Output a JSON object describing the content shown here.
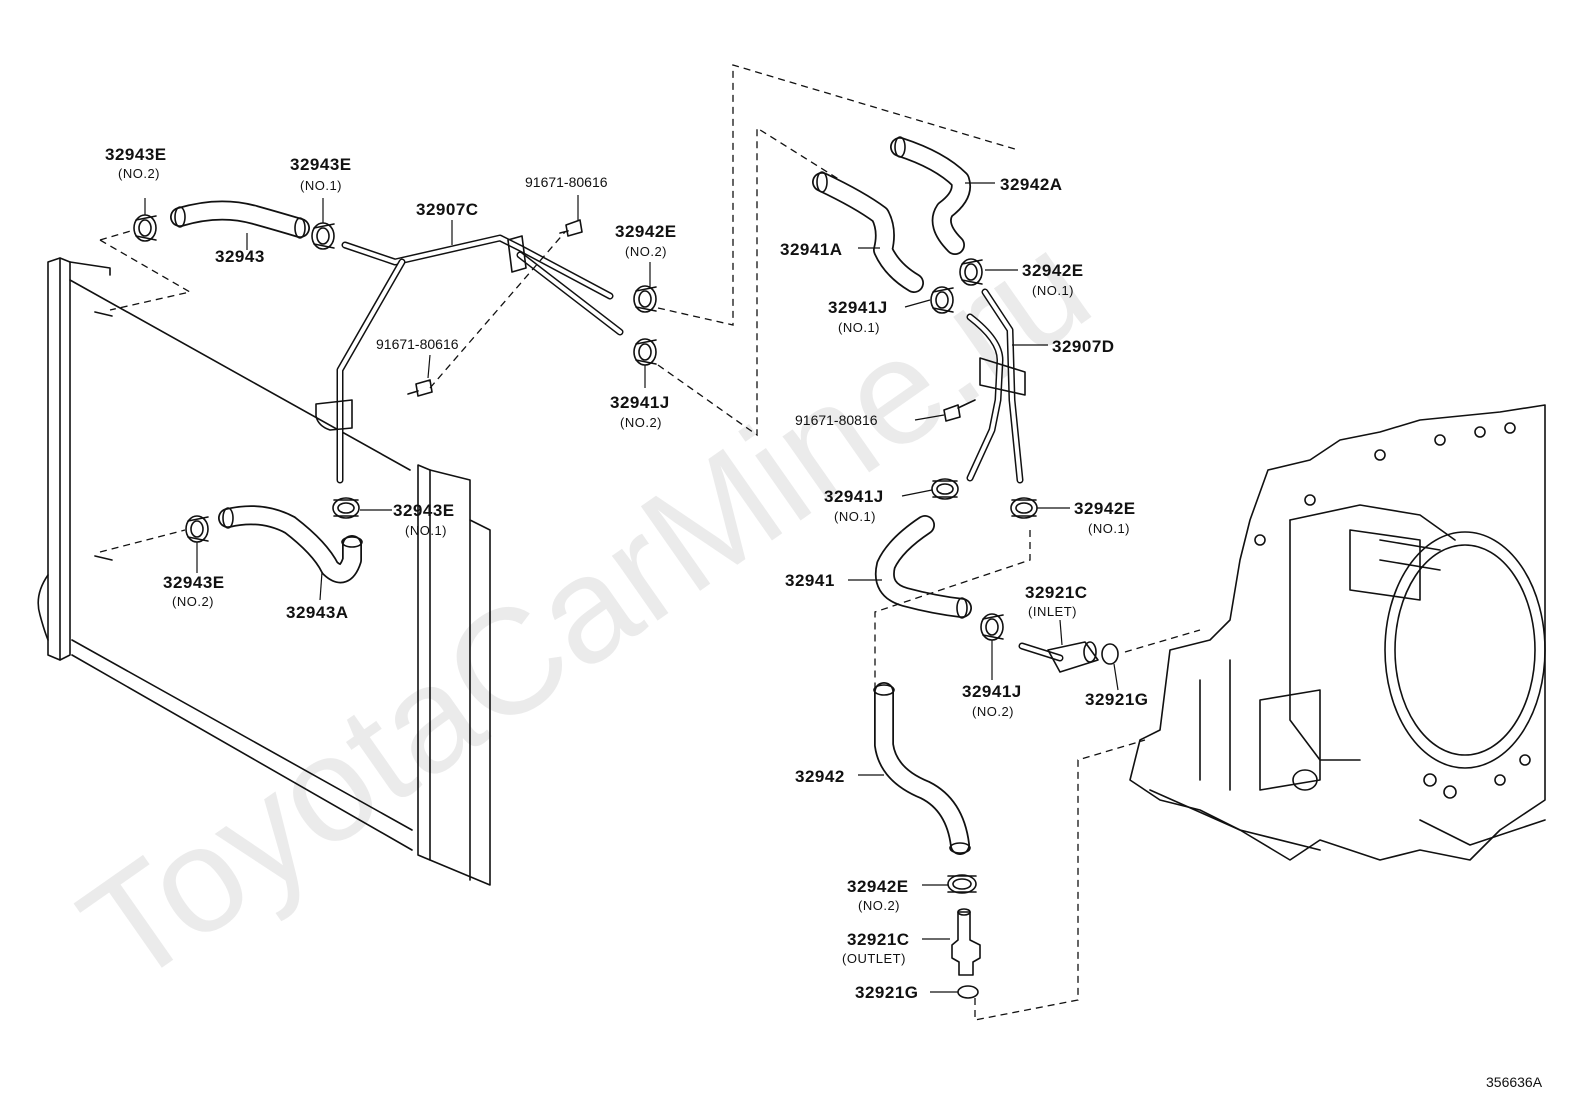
{
  "watermark": "ToyotaCarMine.ru",
  "figure_code": "356636A",
  "callouts": [
    {
      "part": "32943E",
      "note": "(NO.2)"
    },
    {
      "part": "32943E",
      "note": "(NO.1)"
    },
    {
      "part": "32943",
      "note": ""
    },
    {
      "part": "32907C",
      "note": ""
    },
    {
      "part": "91671-80616",
      "note": ""
    },
    {
      "part": "32942E",
      "note": "(NO.2)"
    },
    {
      "part": "91671-80616",
      "note": ""
    },
    {
      "part": "32941J",
      "note": "(NO.2)"
    },
    {
      "part": "32943E",
      "note": "(NO.1)"
    },
    {
      "part": "32943E",
      "note": "(NO.2)"
    },
    {
      "part": "32943A",
      "note": ""
    },
    {
      "part": "32942A",
      "note": ""
    },
    {
      "part": "32941A",
      "note": ""
    },
    {
      "part": "32942E",
      "note": "(NO.1)"
    },
    {
      "part": "32941J",
      "note": "(NO.1)"
    },
    {
      "part": "32907D",
      "note": ""
    },
    {
      "part": "91671-80816",
      "note": ""
    },
    {
      "part": "32941J",
      "note": "(NO.1)"
    },
    {
      "part": "32942E",
      "note": "(NO.1)"
    },
    {
      "part": "32941",
      "note": ""
    },
    {
      "part": "32921C",
      "note": "(INLET)"
    },
    {
      "part": "32941J",
      "note": "(NO.2)"
    },
    {
      "part": "32921G",
      "note": ""
    },
    {
      "part": "32942",
      "note": ""
    },
    {
      "part": "32942E",
      "note": "(NO.2)"
    },
    {
      "part": "32921C",
      "note": "(OUTLET)"
    },
    {
      "part": "32921G",
      "note": ""
    }
  ]
}
